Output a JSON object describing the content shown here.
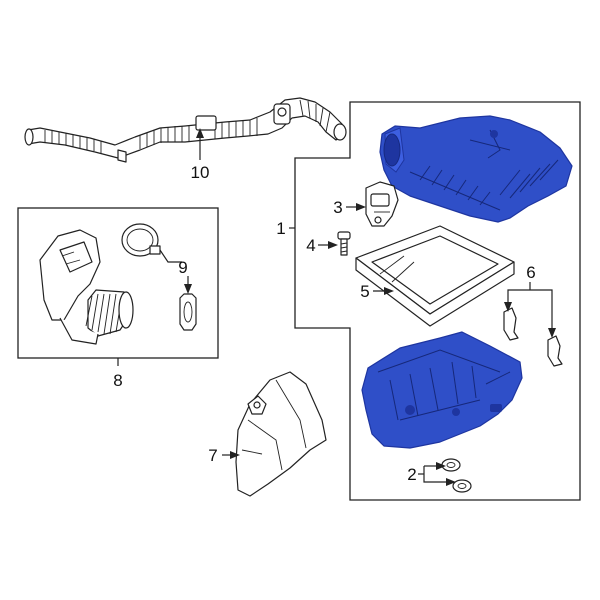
{
  "callouts": {
    "c1": "1",
    "c2": "2",
    "c3": "3",
    "c4": "4",
    "c5": "5",
    "c6": "6",
    "c7": "7",
    "c8": "8",
    "c9": "9",
    "c10": "10"
  },
  "colors": {
    "highlight": "#2f4fc8",
    "highlight_dark": "#1e35a0",
    "line": "#222222",
    "background": "#ffffff"
  }
}
